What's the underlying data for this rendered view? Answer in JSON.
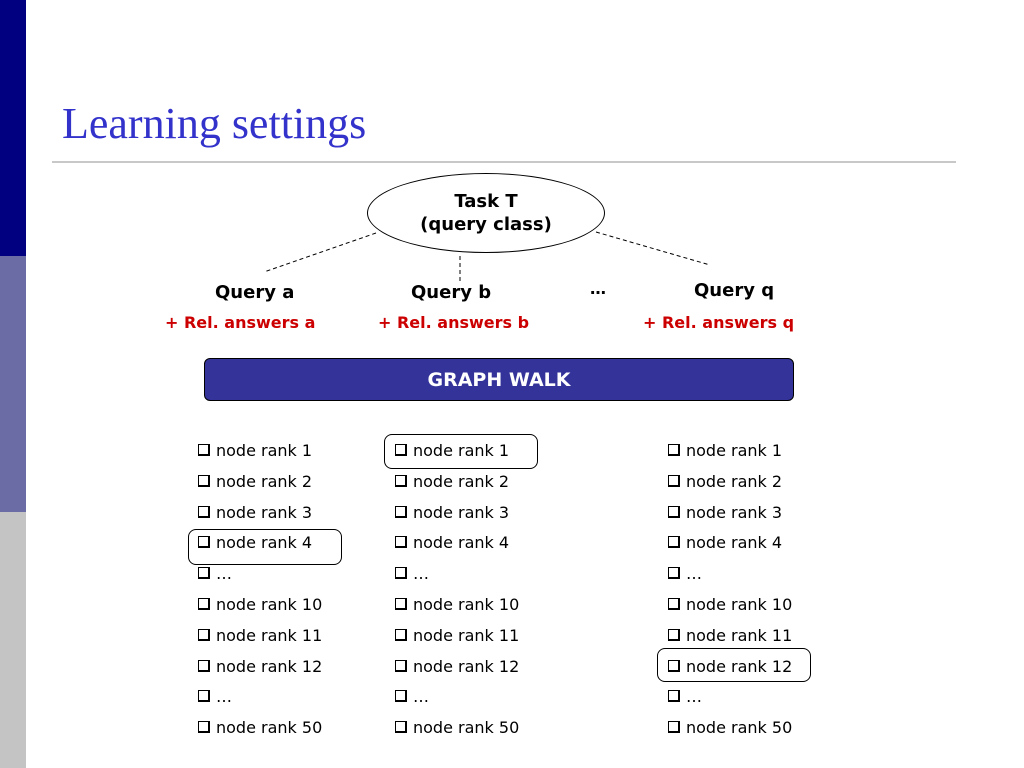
{
  "title": "Learning settings",
  "task": {
    "line1": "Task T",
    "line2": "(query class)"
  },
  "queries": [
    {
      "label": "Query a",
      "answers": "+ Rel. answers a"
    },
    {
      "label": "Query b",
      "answers": "+ Rel. answers b"
    },
    {
      "label": "Query q",
      "answers": "+ Rel. answers q"
    }
  ],
  "ellipsis": "…",
  "graph_walk": "GRAPH WALK",
  "columns": [
    {
      "items": [
        "node rank 1",
        "node rank 2",
        "node rank 3",
        "node rank 4",
        "…",
        "node rank 10",
        "node rank 11",
        "node rank 12",
        "…",
        "node rank 50"
      ],
      "highlighted": "node rank 4"
    },
    {
      "items": [
        "node rank 1",
        "node rank 2",
        "node rank 3",
        "node rank 4",
        "…",
        "node rank 10",
        "node rank 11",
        "node rank 12",
        "…",
        "node rank 50"
      ],
      "highlighted": "node rank 1"
    },
    {
      "items": [
        "node rank 1",
        "node rank 2",
        "node rank 3",
        "node rank 4",
        "…",
        "node rank 10",
        "node rank 11",
        "node rank 12",
        "…",
        "node rank 50"
      ],
      "highlighted": "node rank 12"
    }
  ],
  "colors": {
    "title": "#3333cc",
    "answers": "#cc0000",
    "graph_walk_bg": "#333399",
    "sidebar_top": "#000080",
    "sidebar_mid": "#6b6ba6",
    "sidebar_bottom": "#c4c4c4"
  }
}
